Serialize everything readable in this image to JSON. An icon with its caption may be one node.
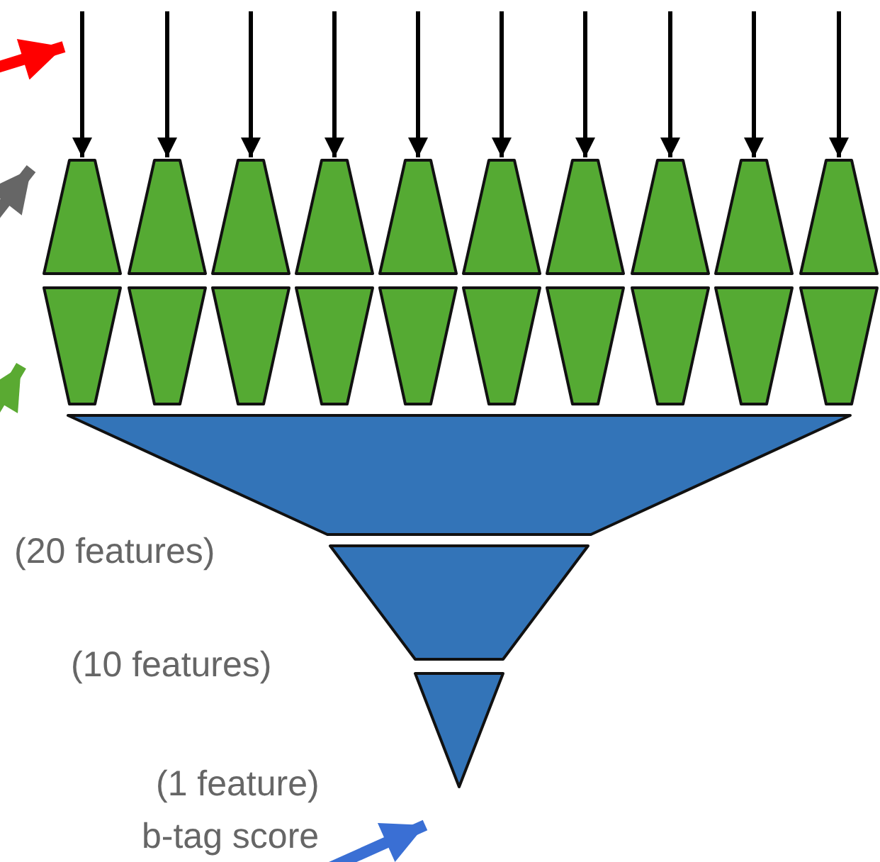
{
  "diagram": {
    "nodes": [
      {
        "text": [],
        "shape": "trapezoid"
      },
      {
        "text": [],
        "shape": "trapezoid"
      },
      {
        "text": [],
        "shape": "trapezoid"
      },
      {
        "text": [],
        "shape": "trapezoid"
      },
      {
        "text": [],
        "shape": "trapezoid"
      },
      {
        "text": [],
        "shape": "trapezoid"
      },
      {
        "text": [],
        "shape": "trapezoid"
      },
      {
        "text": [],
        "shape": "trapezoid"
      },
      {
        "text": [],
        "shape": "trapezoid"
      },
      {
        "text": [],
        "shape": "trapezoid"
      },
      {
        "text": [],
        "shape": "trapezoid"
      },
      {
        "text": [],
        "shape": "trapezoid"
      },
      {
        "text": [],
        "shape": "trapezoid"
      },
      {
        "text": [],
        "shape": "trapezoid"
      },
      {
        "text": [],
        "shape": "trapezoid"
      },
      {
        "text": [],
        "shape": "trapezoid"
      },
      {
        "text": [],
        "shape": "trapezoid"
      },
      {
        "text": [],
        "shape": "trapezoid"
      },
      {
        "text": [],
        "shape": "trapezoid"
      },
      {
        "text": [],
        "shape": "trapezoid"
      },
      {
        "text": [],
        "shape": "trapezoid"
      },
      {
        "text": [],
        "shape": "trapezoid"
      },
      {
        "text": [],
        "shape": "triangle"
      }
    ],
    "edges": [
      {
        "from": null,
        "to": 0,
        "arrow": "to"
      },
      {
        "from": null,
        "to": 1,
        "arrow": "to"
      },
      {
        "from": null,
        "to": 2,
        "arrow": "to"
      },
      {
        "from": null,
        "to": 3,
        "arrow": "to"
      },
      {
        "from": null,
        "to": 4,
        "arrow": "to"
      },
      {
        "from": null,
        "to": 5,
        "arrow": "to"
      },
      {
        "from": null,
        "to": 6,
        "arrow": "to"
      },
      {
        "from": null,
        "to": 7,
        "arrow": "to"
      },
      {
        "from": null,
        "to": 8,
        "arrow": "to"
      },
      {
        "from": null,
        "to": 9,
        "arrow": "to"
      },
      {
        "from": null,
        "to": 0,
        "arrow": "to",
        "style": "thick",
        "color": "#666666"
      },
      {
        "from": null,
        "to": 10,
        "arrow": "to",
        "style": "thick",
        "color": "#5aaa32"
      },
      {
        "from": null,
        "to": 22,
        "arrow": "to",
        "style": "thick",
        "color": "#3a6fd4"
      }
    ],
    "labels": [
      "(20 features)",
      "(10 features)",
      "(1 feature)",
      "b-tag score"
    ]
  }
}
